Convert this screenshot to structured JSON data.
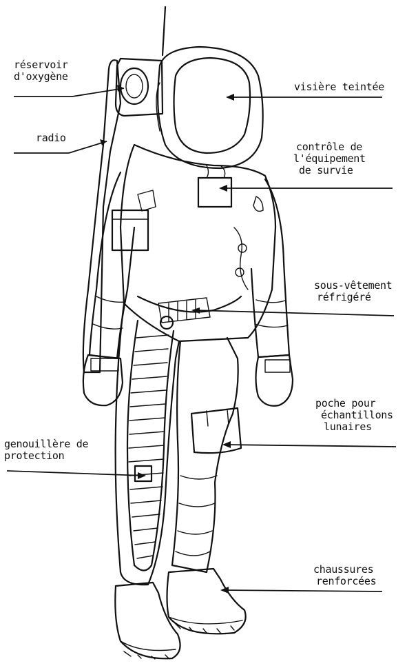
{
  "labels": {
    "oxygen_tank": [
      "réservoir",
      "d'oxygène"
    ],
    "radio": [
      "radio"
    ],
    "visor": [
      "visière teintée"
    ],
    "life_support": [
      "contrôle de",
      "l'équipement",
      "de survie"
    ],
    "cooling_undergarment": [
      "sous-vêtement",
      "réfrigéré"
    ],
    "sample_pocket": [
      "poche pour",
      "échantillons",
      "lunaires"
    ],
    "knee_pad": [
      "genouillère de",
      "protection"
    ],
    "boots": [
      "chaussures",
      "renforcées"
    ]
  }
}
